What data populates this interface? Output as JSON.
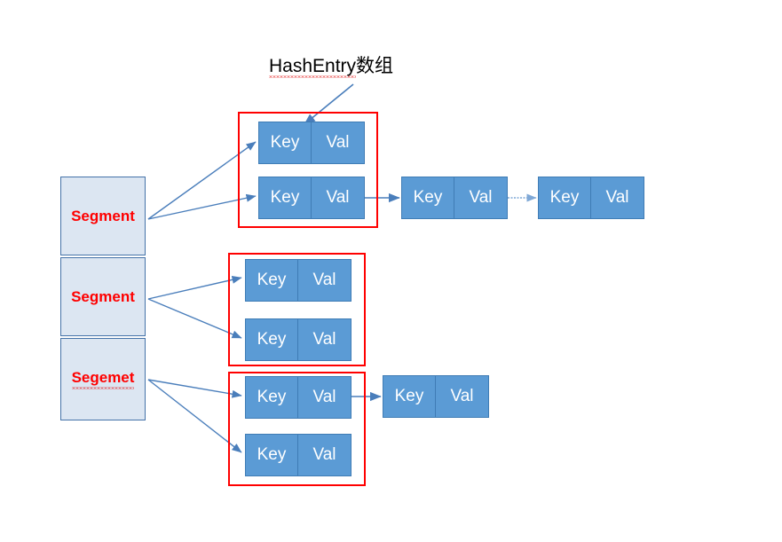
{
  "diagram": {
    "title": "HashEntry数组",
    "title_misspelled_part": "HashEntry",
    "title_rest": "数组",
    "colors": {
      "entry_fill": "#5b9bd5",
      "entry_border": "#3f7cb5",
      "segment_fill": "#dce6f2",
      "segment_border": "#4472a8",
      "segment_text": "#ff0000",
      "group_border": "#ff0000",
      "arrow": "#4a7ebb",
      "entry_text": "#ffffff"
    },
    "segments": [
      {
        "label": "Segment",
        "misspelled": false
      },
      {
        "label": "Segment",
        "misspelled": false
      },
      {
        "label": "Segemet",
        "misspelled": true
      }
    ],
    "groups": [
      {
        "name": "hashentry-array-0",
        "buckets": [
          {
            "entries": [
              {
                "key_label": "Key",
                "val_label": "Val"
              }
            ]
          },
          {
            "entries": [
              {
                "key_label": "Key",
                "val_label": "Val"
              },
              {
                "key_label": "Key",
                "val_label": "Val"
              },
              {
                "key_label": "Key",
                "val_label": "Val"
              }
            ]
          }
        ]
      },
      {
        "name": "hashentry-array-1",
        "buckets": [
          {
            "entries": [
              {
                "key_label": "Key",
                "val_label": "Val"
              }
            ]
          },
          {
            "entries": [
              {
                "key_label": "Key",
                "val_label": "Val"
              }
            ]
          }
        ]
      },
      {
        "name": "hashentry-array-2",
        "buckets": [
          {
            "entries": [
              {
                "key_label": "Key",
                "val_label": "Val"
              },
              {
                "key_label": "Key",
                "val_label": "Val"
              }
            ]
          },
          {
            "entries": [
              {
                "key_label": "Key",
                "val_label": "Val"
              }
            ]
          }
        ]
      }
    ],
    "entries": {
      "g0_b0_e0": {
        "key": "Key",
        "val": "Val"
      },
      "g0_b1_e0": {
        "key": "Key",
        "val": "Val"
      },
      "g0_b1_e1": {
        "key": "Key",
        "val": "Val"
      },
      "g0_b1_e2": {
        "key": "Key",
        "val": "Val"
      },
      "g1_b0_e0": {
        "key": "Key",
        "val": "Val"
      },
      "g1_b1_e0": {
        "key": "Key",
        "val": "Val"
      },
      "g2_b0_e0": {
        "key": "Key",
        "val": "Val"
      },
      "g2_b0_e1": {
        "key": "Key",
        "val": "Val"
      },
      "g2_b1_e0": {
        "key": "Key",
        "val": "Val"
      }
    }
  }
}
